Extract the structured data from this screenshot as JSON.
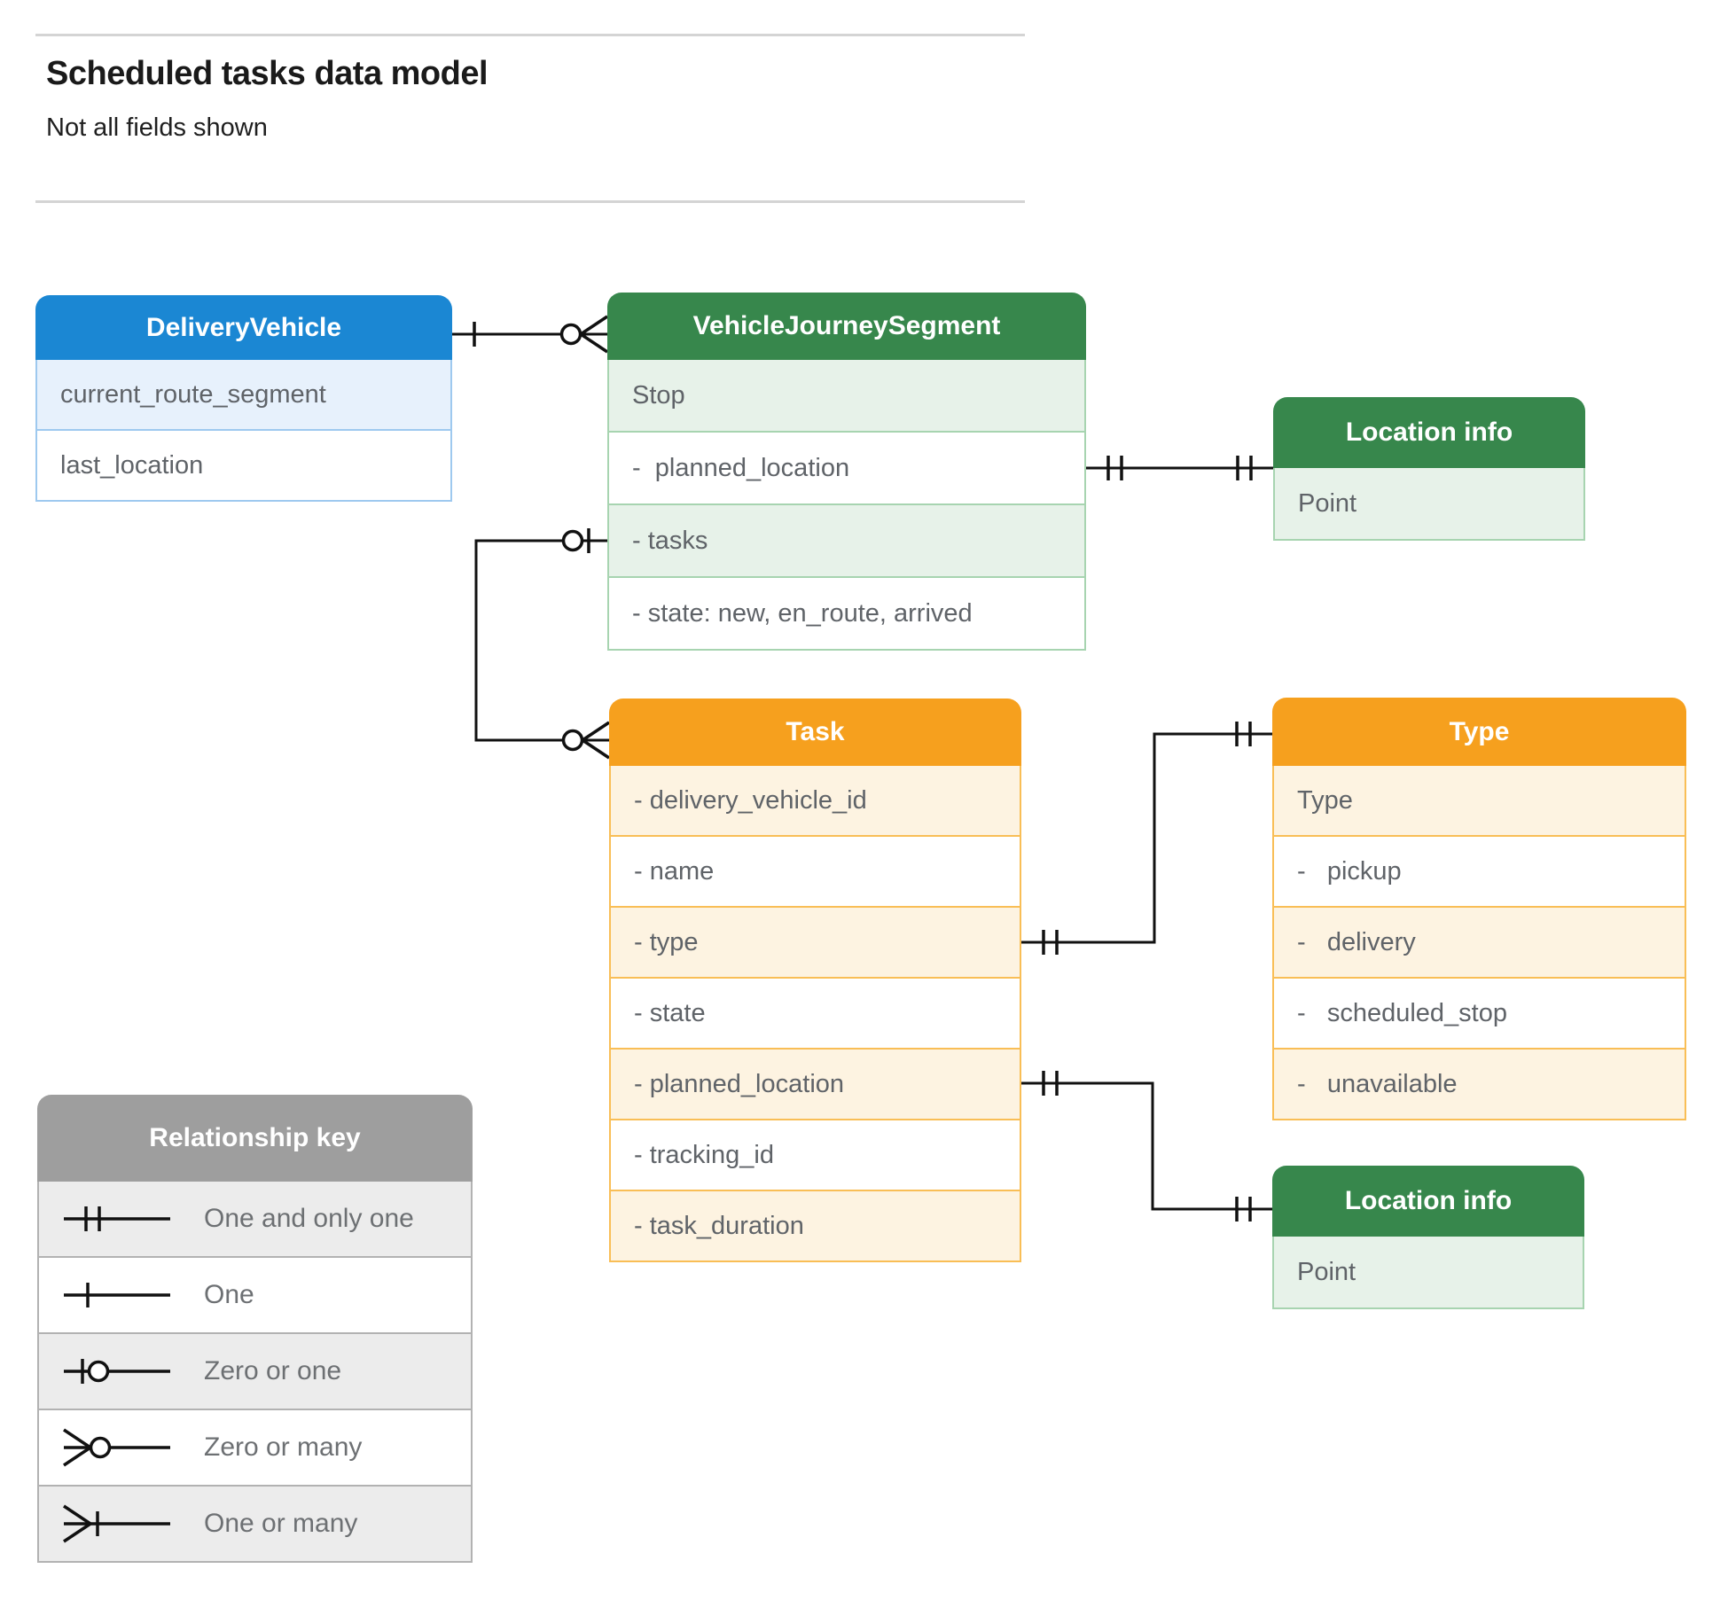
{
  "page": {
    "title": "Scheduled tasks data model",
    "subtitle": "Not all fields shown"
  },
  "entities": [
    {
      "id": "delivery-vehicle",
      "title": "DeliveryVehicle",
      "theme": "blue",
      "rows": [
        "current_route_segment",
        "last_location"
      ]
    },
    {
      "id": "vehicle-journey-segment",
      "title": "VehicleJourneySegment",
      "theme": "green",
      "rows": [
        "Stop",
        "-  planned_location",
        "- tasks",
        "- state: new, en_route, arrived"
      ]
    },
    {
      "id": "location-info-top",
      "title": "Location info",
      "theme": "green",
      "rows": [
        "Point"
      ]
    },
    {
      "id": "task",
      "title": "Task",
      "theme": "orange",
      "rows": [
        "- delivery_vehicle_id",
        "- name",
        "- type",
        "- state",
        "- planned_location",
        "- tracking_id",
        "- task_duration"
      ]
    },
    {
      "id": "type",
      "title": "Type",
      "theme": "orange",
      "rows": [
        "Type",
        "-   pickup",
        "-   delivery",
        "-   scheduled_stop",
        "-   unavailable"
      ]
    },
    {
      "id": "location-info-bottom",
      "title": "Location info",
      "theme": "green",
      "rows": [
        "Point"
      ]
    }
  ],
  "legend": {
    "title": "Relationship key",
    "items": [
      {
        "symbol": "one-and-only-one",
        "label": "One and only one"
      },
      {
        "symbol": "one",
        "label": "One"
      },
      {
        "symbol": "zero-or-one",
        "label": "Zero or one"
      },
      {
        "symbol": "zero-or-many",
        "label": "Zero or many"
      },
      {
        "symbol": "one-or-many",
        "label": "One or many"
      }
    ]
  },
  "relationships": [
    {
      "from": "DeliveryVehicle",
      "to": "VehicleJourneySegment",
      "from_end": "one",
      "to_end": "zero-or-many"
    },
    {
      "from": "VehicleJourneySegment.planned_location",
      "to": "Location info",
      "from_end": "one-and-only-one",
      "to_end": "one-and-only-one"
    },
    {
      "from": "VehicleJourneySegment.tasks",
      "to": "Task",
      "from_end": "zero-or-one",
      "to_end": "zero-or-many"
    },
    {
      "from": "Task.type",
      "to": "Type",
      "from_end": "one-and-only-one",
      "to_end": "one-and-only-one"
    },
    {
      "from": "Task.planned_location",
      "to": "Location info",
      "from_end": "one-and-only-one",
      "to_end": "one-and-only-one"
    }
  ],
  "colors": {
    "blue": "#1b87d3",
    "green": "#37874c",
    "orange": "#f6a01e",
    "gray": "#9e9e9e",
    "line": "#111111",
    "row_text": "#5f6368"
  }
}
